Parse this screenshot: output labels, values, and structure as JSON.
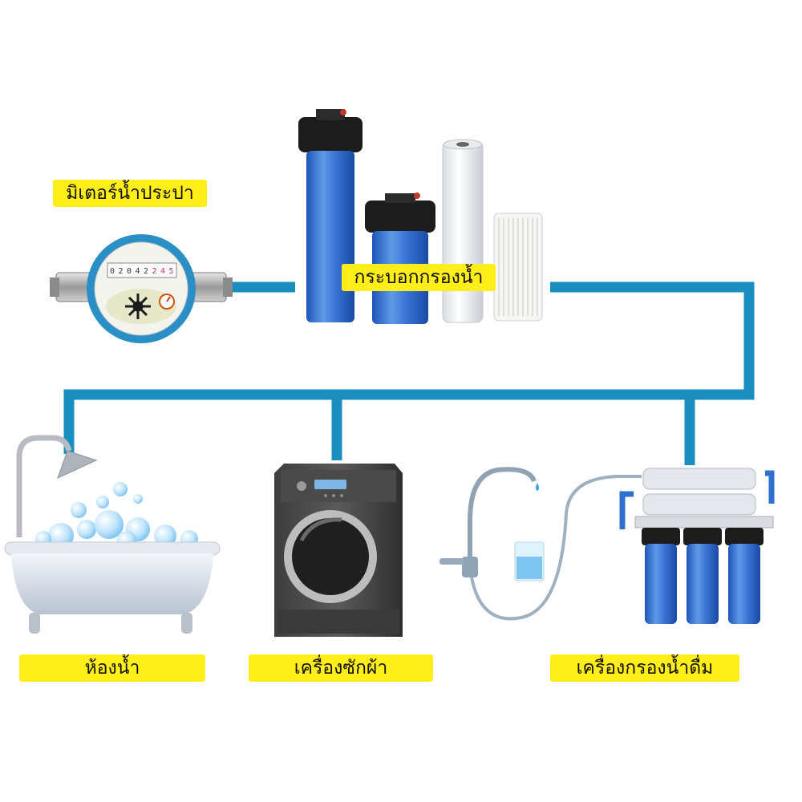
{
  "labels": {
    "water_meter": "มิเตอร์น้ำประปา",
    "filter_housing": "กระบอกกรองน้ำ",
    "bathroom": "ห้องน้ำ",
    "washing_machine": "เครื่องซักผ้า",
    "drinking_water_filter": "เครื่องกรองน้ำดื่ม"
  },
  "meter_digits": [
    "0",
    "2",
    "0",
    "4",
    "2",
    "2",
    "4",
    "5"
  ],
  "colors": {
    "pipe": "#1a8fbf",
    "label_background": "#ffee1a",
    "filter_blue": "#2f6fd0",
    "housing_black": "#1c1c1c"
  }
}
